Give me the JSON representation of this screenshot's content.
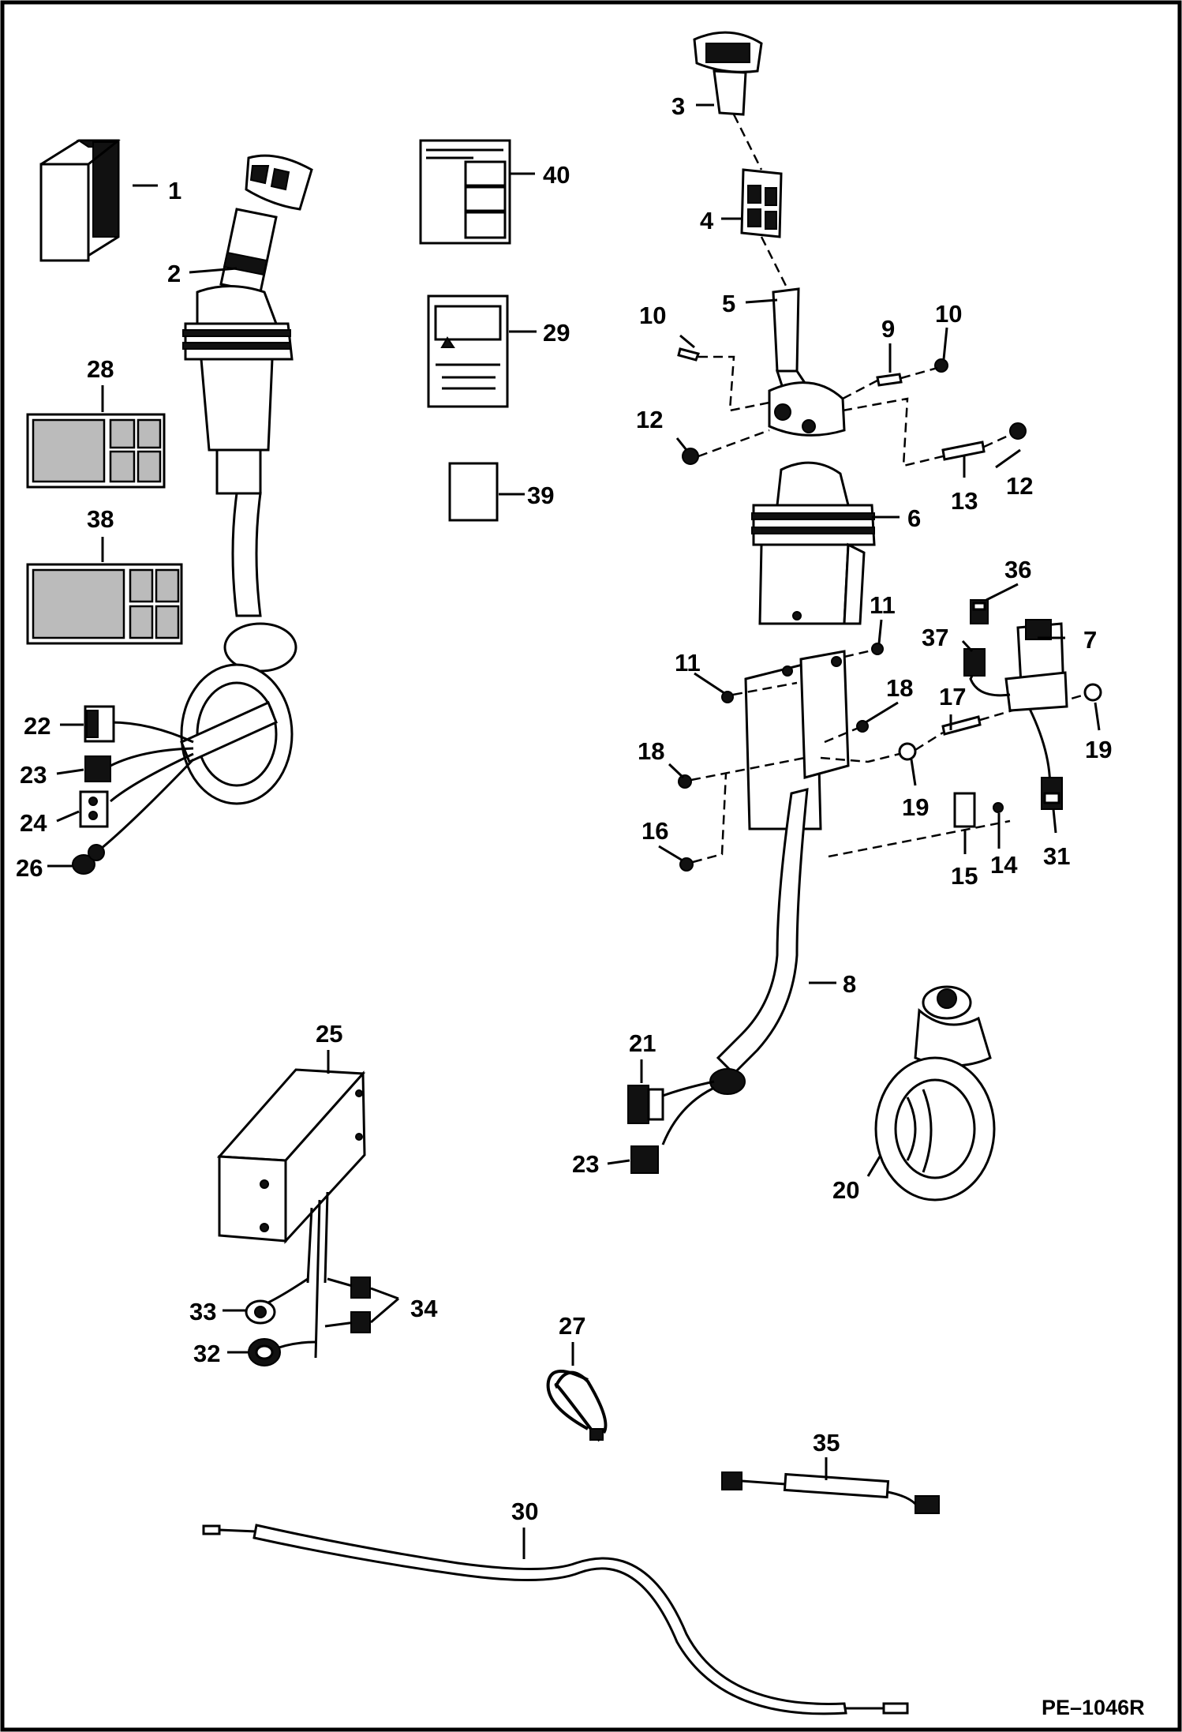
{
  "figure_code": "PE–1046R",
  "callouts": [
    "1",
    "2",
    "3",
    "4",
    "5",
    "6",
    "7",
    "8",
    "9",
    "10",
    "10",
    "11",
    "11",
    "12",
    "12",
    "13",
    "14",
    "15",
    "16",
    "17",
    "18",
    "18",
    "19",
    "19",
    "20",
    "21",
    "22",
    "23",
    "23",
    "24",
    "25",
    "26",
    "27",
    "28",
    "29",
    "30",
    "31",
    "32",
    "33",
    "34",
    "35",
    "36",
    "37",
    "38",
    "39",
    "40"
  ]
}
